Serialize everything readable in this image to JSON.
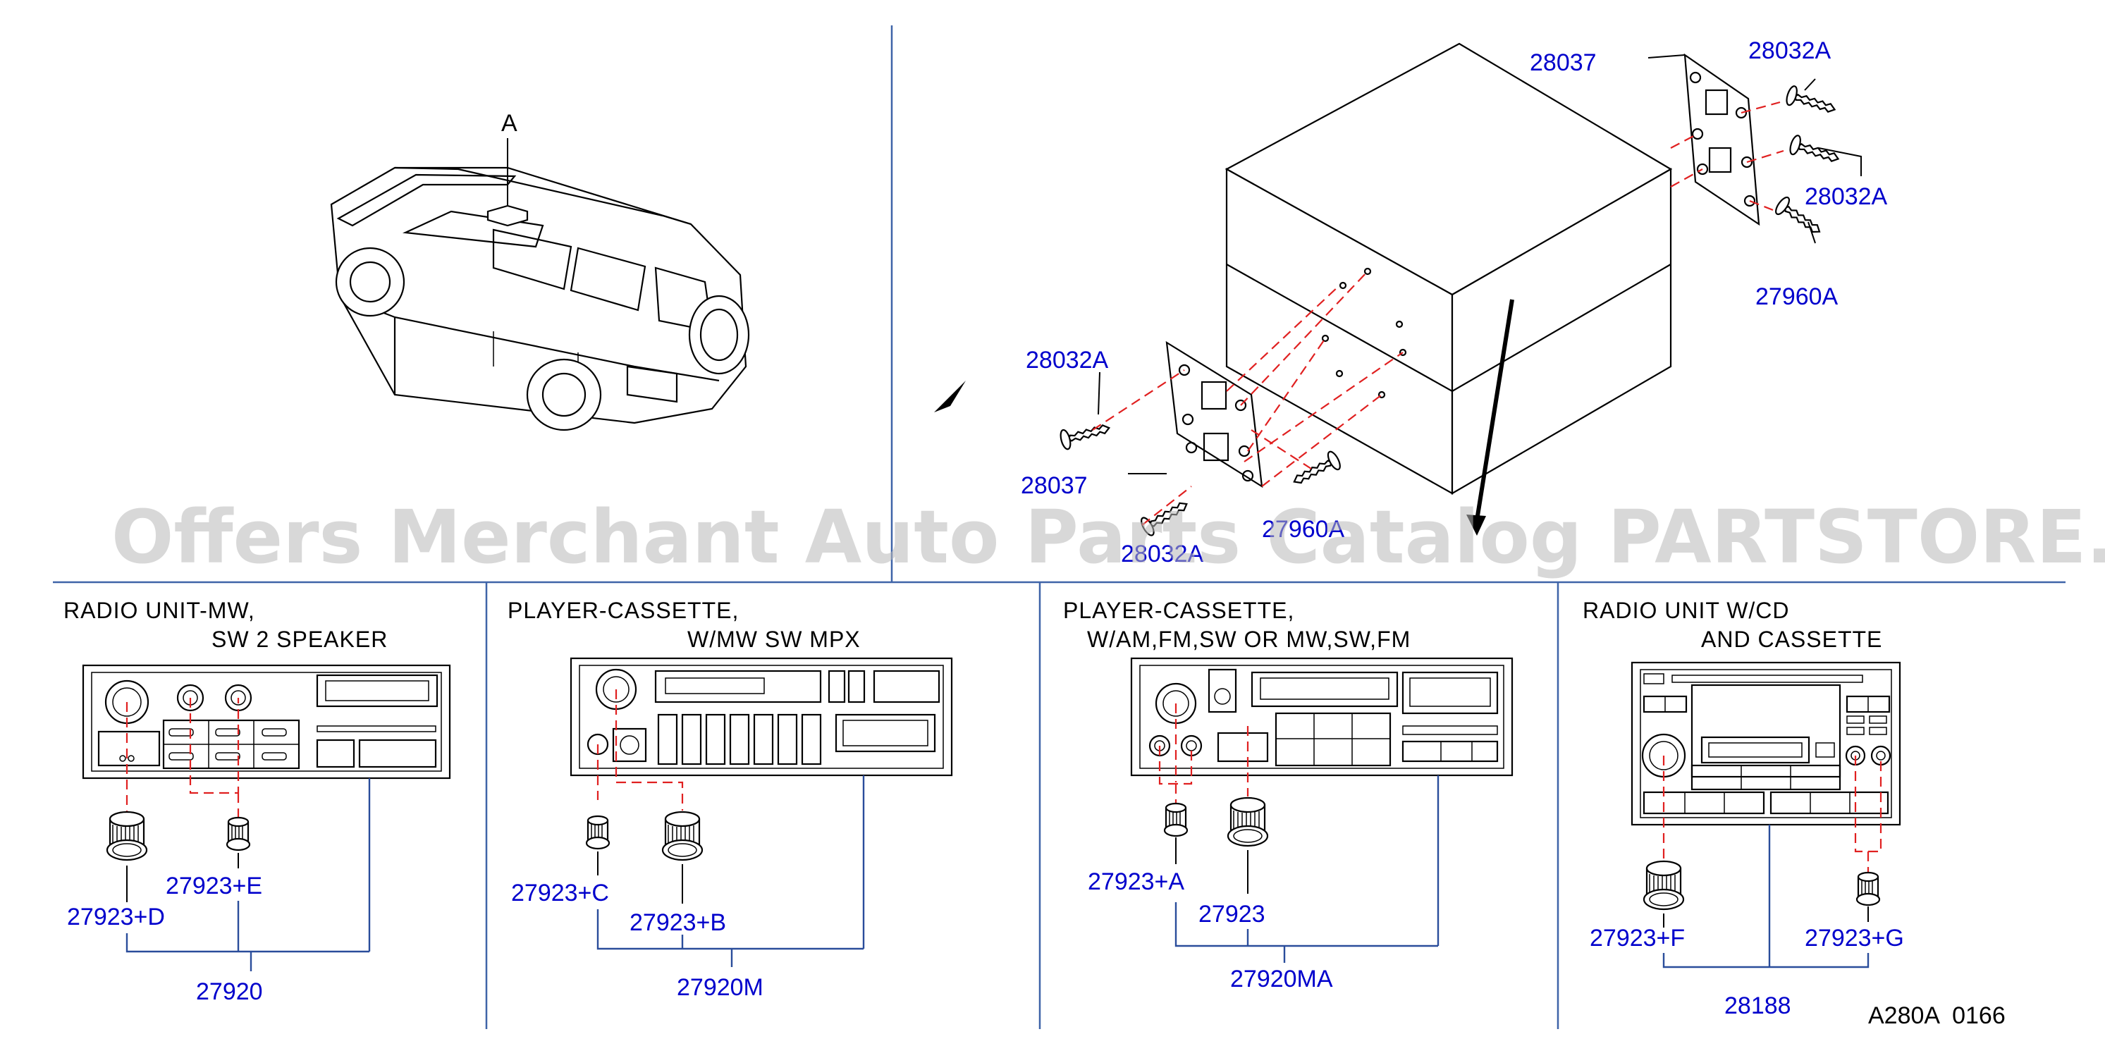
{
  "diagram": {
    "vehicle": {
      "marker": "A"
    },
    "headers": {
      "p1": [
        "RADIO   UNIT-MW,",
        "SW   2   SPEAKER"
      ],
      "p2": [
        "PLAYER-CASSETTE,",
        "W/MW   SW   MPX"
      ],
      "p3": [
        "PLAYER-CASSETTE,",
        "W/AM,FM,SW   OR   MW,SW,FM"
      ],
      "p4": [
        "RADIO   UNIT   W/CD",
        "AND   CASSETTE"
      ]
    },
    "parts": {
      "bracket_right": "28037",
      "screw_tr1": "28032A",
      "screw_tr2": "28032A",
      "screw_tr3": "27960A",
      "screw_left": "28032A",
      "bracket_left": "28037",
      "screw_bl": "28032A",
      "screw_bl2": "27960A",
      "p1_knob_d": "27923+D",
      "p1_knob_e": "27923+E",
      "p1_unit": "27920",
      "p2_knob_c": "27923+C",
      "p2_knob_b": "27923+B",
      "p2_unit": "27920M",
      "p3_knob_a": "27923+A",
      "p3_knob": "27923",
      "p3_unit": "27920MA",
      "p4_knob_f": "27923+F",
      "p4_knob_g": "27923+G",
      "p4_unit": "28188"
    },
    "code": "A280A  0166",
    "watermark": "Offers Merchant Auto Parts Catalog PARTSTORE.SA"
  }
}
